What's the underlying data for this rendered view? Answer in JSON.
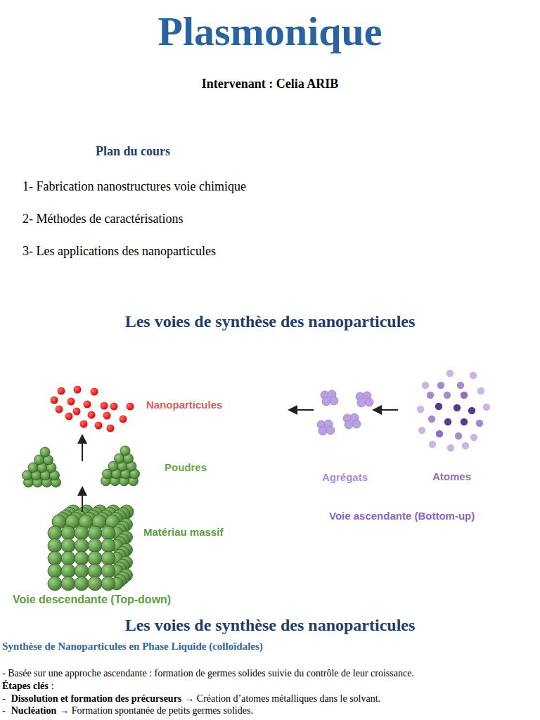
{
  "diagram": {
    "title": "Plasmonique",
    "labels": [
      "Intervenant : Celia ARIB",
      "Plan du cours",
      "1- Fabrication nanostructures voie chimique",
      "2- Méthodes de caractérisations",
      "3- Les applications des nanoparticules",
      "Les voies de synthèse des nanoparticules",
      "Nanoparticules",
      "Poudres",
      "Matériau massif",
      "Voie descendante (Top-down)",
      "Agrégats",
      "Atomes",
      "Voie ascendante (Bottom-up)",
      "Les voies de synthèse des nanoparticules",
      "Synthèse de Nanoparticules en Phase Liquide (colloïdales)",
      "- Basée sur une approche ascendante : formation de germes solides suivie du contrôle de leur croissance.",
      "Étapes clés",
      ":",
      "-",
      "Dissolution et formation des précurseurs",
      "→ Création d’atomes métalliques dans le solvant.",
      "-",
      "Nucléation",
      "→ Formation spontanée de petits germes solides."
    ]
  }
}
